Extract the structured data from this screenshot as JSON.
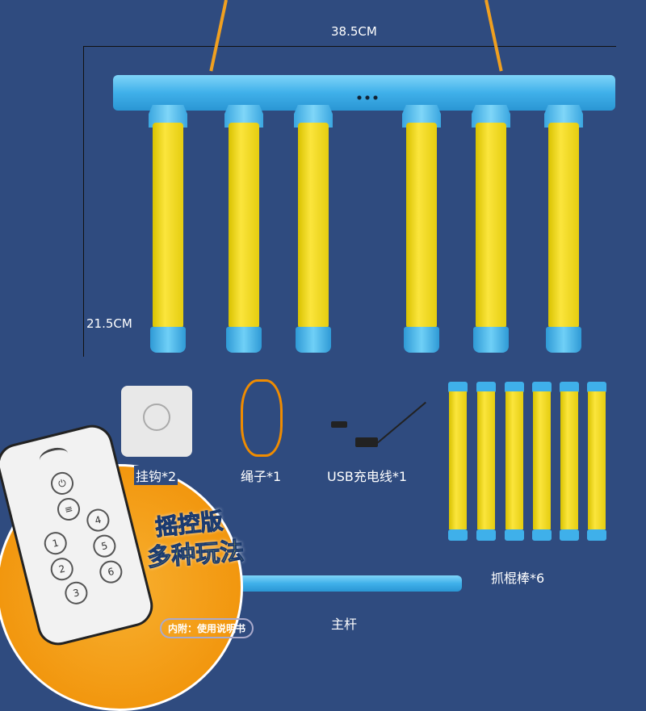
{
  "dimensions": {
    "width": "38.5CM",
    "height": "21.5CM"
  },
  "accessories": [
    {
      "label": "挂钩*2",
      "icon": "hook-icon"
    },
    {
      "label": "绳子*1",
      "icon": "rope-icon"
    },
    {
      "label": "USB充电线*1",
      "icon": "usb-cable-icon"
    }
  ],
  "sticks_label": "抓棍棒*6",
  "main_bar_label": "主杆",
  "promo": {
    "line1": "摇控版",
    "line2": "多种玩法",
    "manual": "内附：使用说明书"
  },
  "remote": {
    "buttons": [
      "1",
      "2",
      "3",
      "4",
      "5",
      "6"
    ]
  },
  "colors": {
    "background": "#2f4b7f",
    "tube_blue": "#3fb0ea",
    "foam_yellow": "#fbe53c",
    "accent_orange": "#f08c00"
  }
}
